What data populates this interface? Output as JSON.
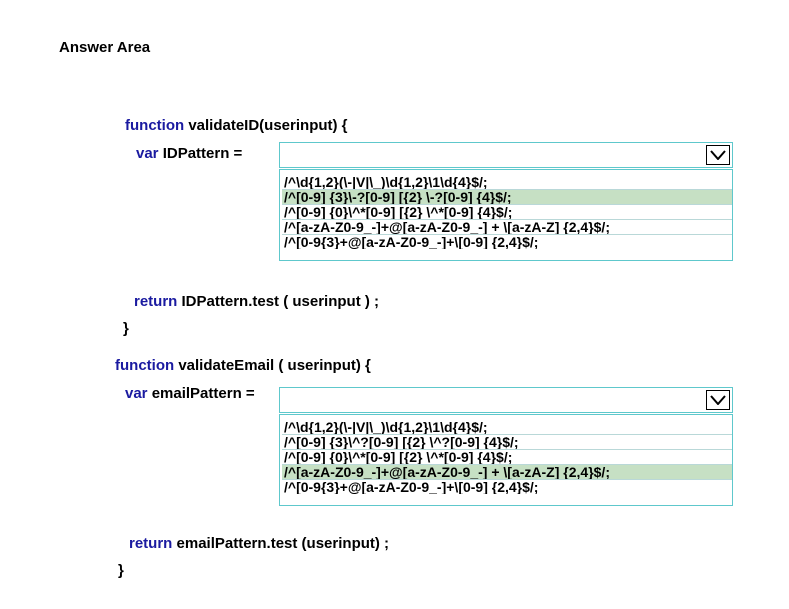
{
  "title": "Answer Area",
  "block1": {
    "func_kw": "function",
    "func_sig": " validateID(userinput) {",
    "var_kw": "var",
    "var_name": " IDPattern =",
    "options": [
      "/^\\d{1,2}(\\-|V|\\_)\\d{1,2}\\1\\d{4}$/;",
      "/^[0-9] {3}\\-?[0-9] [{2} \\-?[0-9] {4}$/;",
      "/^[0-9] {0}\\^*[0-9] [{2} \\^*[0-9] {4}$/;",
      "/^[a-zA-Z0-9_-]+@[a-zA-Z0-9_-] + \\[a-zA-Z] {2,4}$/;",
      "/^[0-9{3}+@[a-zA-Z0-9_-]+\\[0-9] {2,4}$/;"
    ],
    "selected_index": 1,
    "return_kw": "return",
    "return_expr": " IDPattern.test ( userinput ) ;",
    "close": "}"
  },
  "block2": {
    "func_kw": "function",
    "func_sig": " validateEmail ( userinput) {",
    "var_kw": "var",
    "var_name": " emailPattern =",
    "options": [
      "/^\\d{1,2}(\\-|V|\\_)\\d{1,2}\\1\\d{4}$/;",
      "/^[0-9] {3}\\^?[0-9] [{2} \\^?[0-9] {4}$/;",
      "/^[0-9] {0}\\^*[0-9] [{2} \\^*[0-9] {4}$/;",
      "/^[a-zA-Z0-9_-]+@[a-zA-Z0-9_-] + \\[a-zA-Z] {2,4}$/;",
      "/^[0-9{3}+@[a-zA-Z0-9_-]+\\[0-9] {2,4}$/;"
    ],
    "selected_index": 3,
    "return_kw": "return",
    "return_expr": " emailPattern.test (userinput) ;",
    "close": "}"
  },
  "colors": {
    "keyword": "#1a1aa0",
    "border": "#5ec8cc",
    "selected": "#c6e0c4"
  },
  "icons": {
    "dropdown": "chevron-down-icon"
  }
}
